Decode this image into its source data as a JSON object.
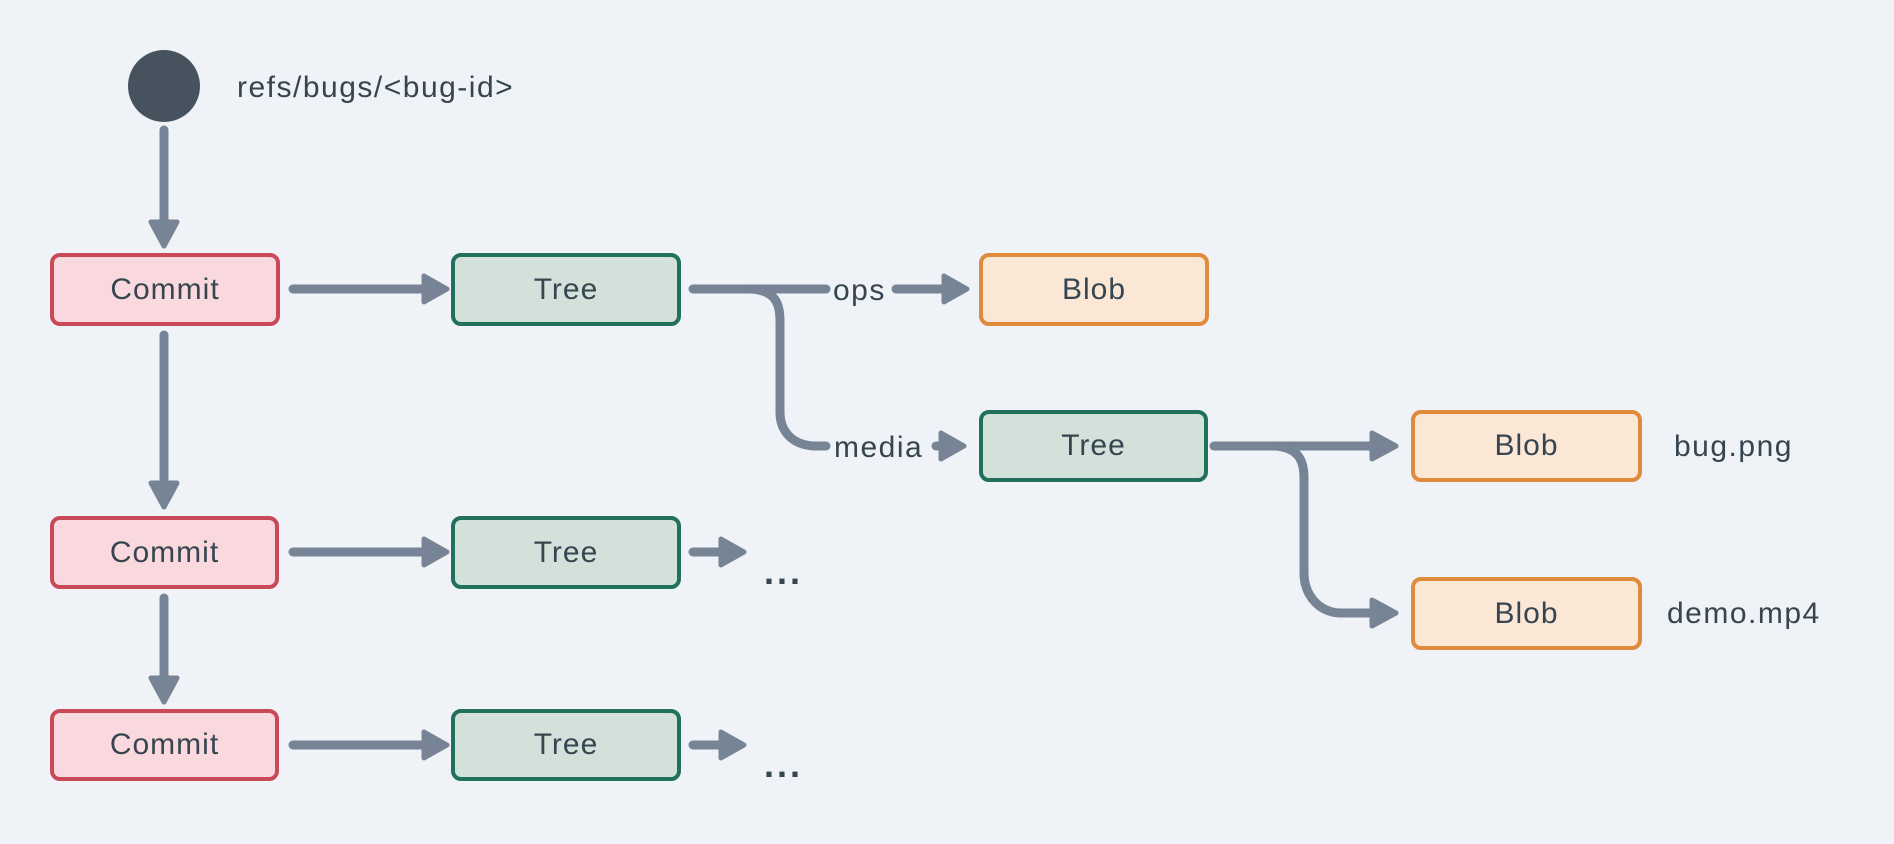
{
  "colors": {
    "background": "#eff2f6",
    "arrow": "#768495",
    "text": "#36454f",
    "ref-node": "#46535f",
    "commit-fill": "#f9d8de",
    "commit-border": "#c94958",
    "tree-fill": "#d2e2da",
    "tree-border": "#20705c",
    "blob-fill": "#fbe7d6",
    "blob-border": "#e08a3c"
  },
  "ref": {
    "label": "refs/bugs/<bug-id>"
  },
  "nodes": [
    {
      "id": "commit-1",
      "type": "commit",
      "label": "Commit"
    },
    {
      "id": "tree-1",
      "type": "tree",
      "label": "Tree"
    },
    {
      "id": "blob-ops",
      "type": "blob",
      "label": "Blob"
    },
    {
      "id": "tree-media",
      "type": "tree",
      "label": "Tree"
    },
    {
      "id": "blob-bug-png",
      "type": "blob",
      "label": "Blob"
    },
    {
      "id": "commit-2",
      "type": "commit",
      "label": "Commit"
    },
    {
      "id": "tree-2",
      "type": "tree",
      "label": "Tree"
    },
    {
      "id": "blob-demo-mp4",
      "type": "blob",
      "label": "Blob"
    },
    {
      "id": "commit-3",
      "type": "commit",
      "label": "Commit"
    },
    {
      "id": "tree-3",
      "type": "tree",
      "label": "Tree"
    }
  ],
  "edge_labels": {
    "ops": "ops",
    "media": "media"
  },
  "file_labels": {
    "bug": "bug.png",
    "demo": "demo.mp4"
  },
  "ellipsis_row2": "...",
  "ellipsis_row3": "..."
}
